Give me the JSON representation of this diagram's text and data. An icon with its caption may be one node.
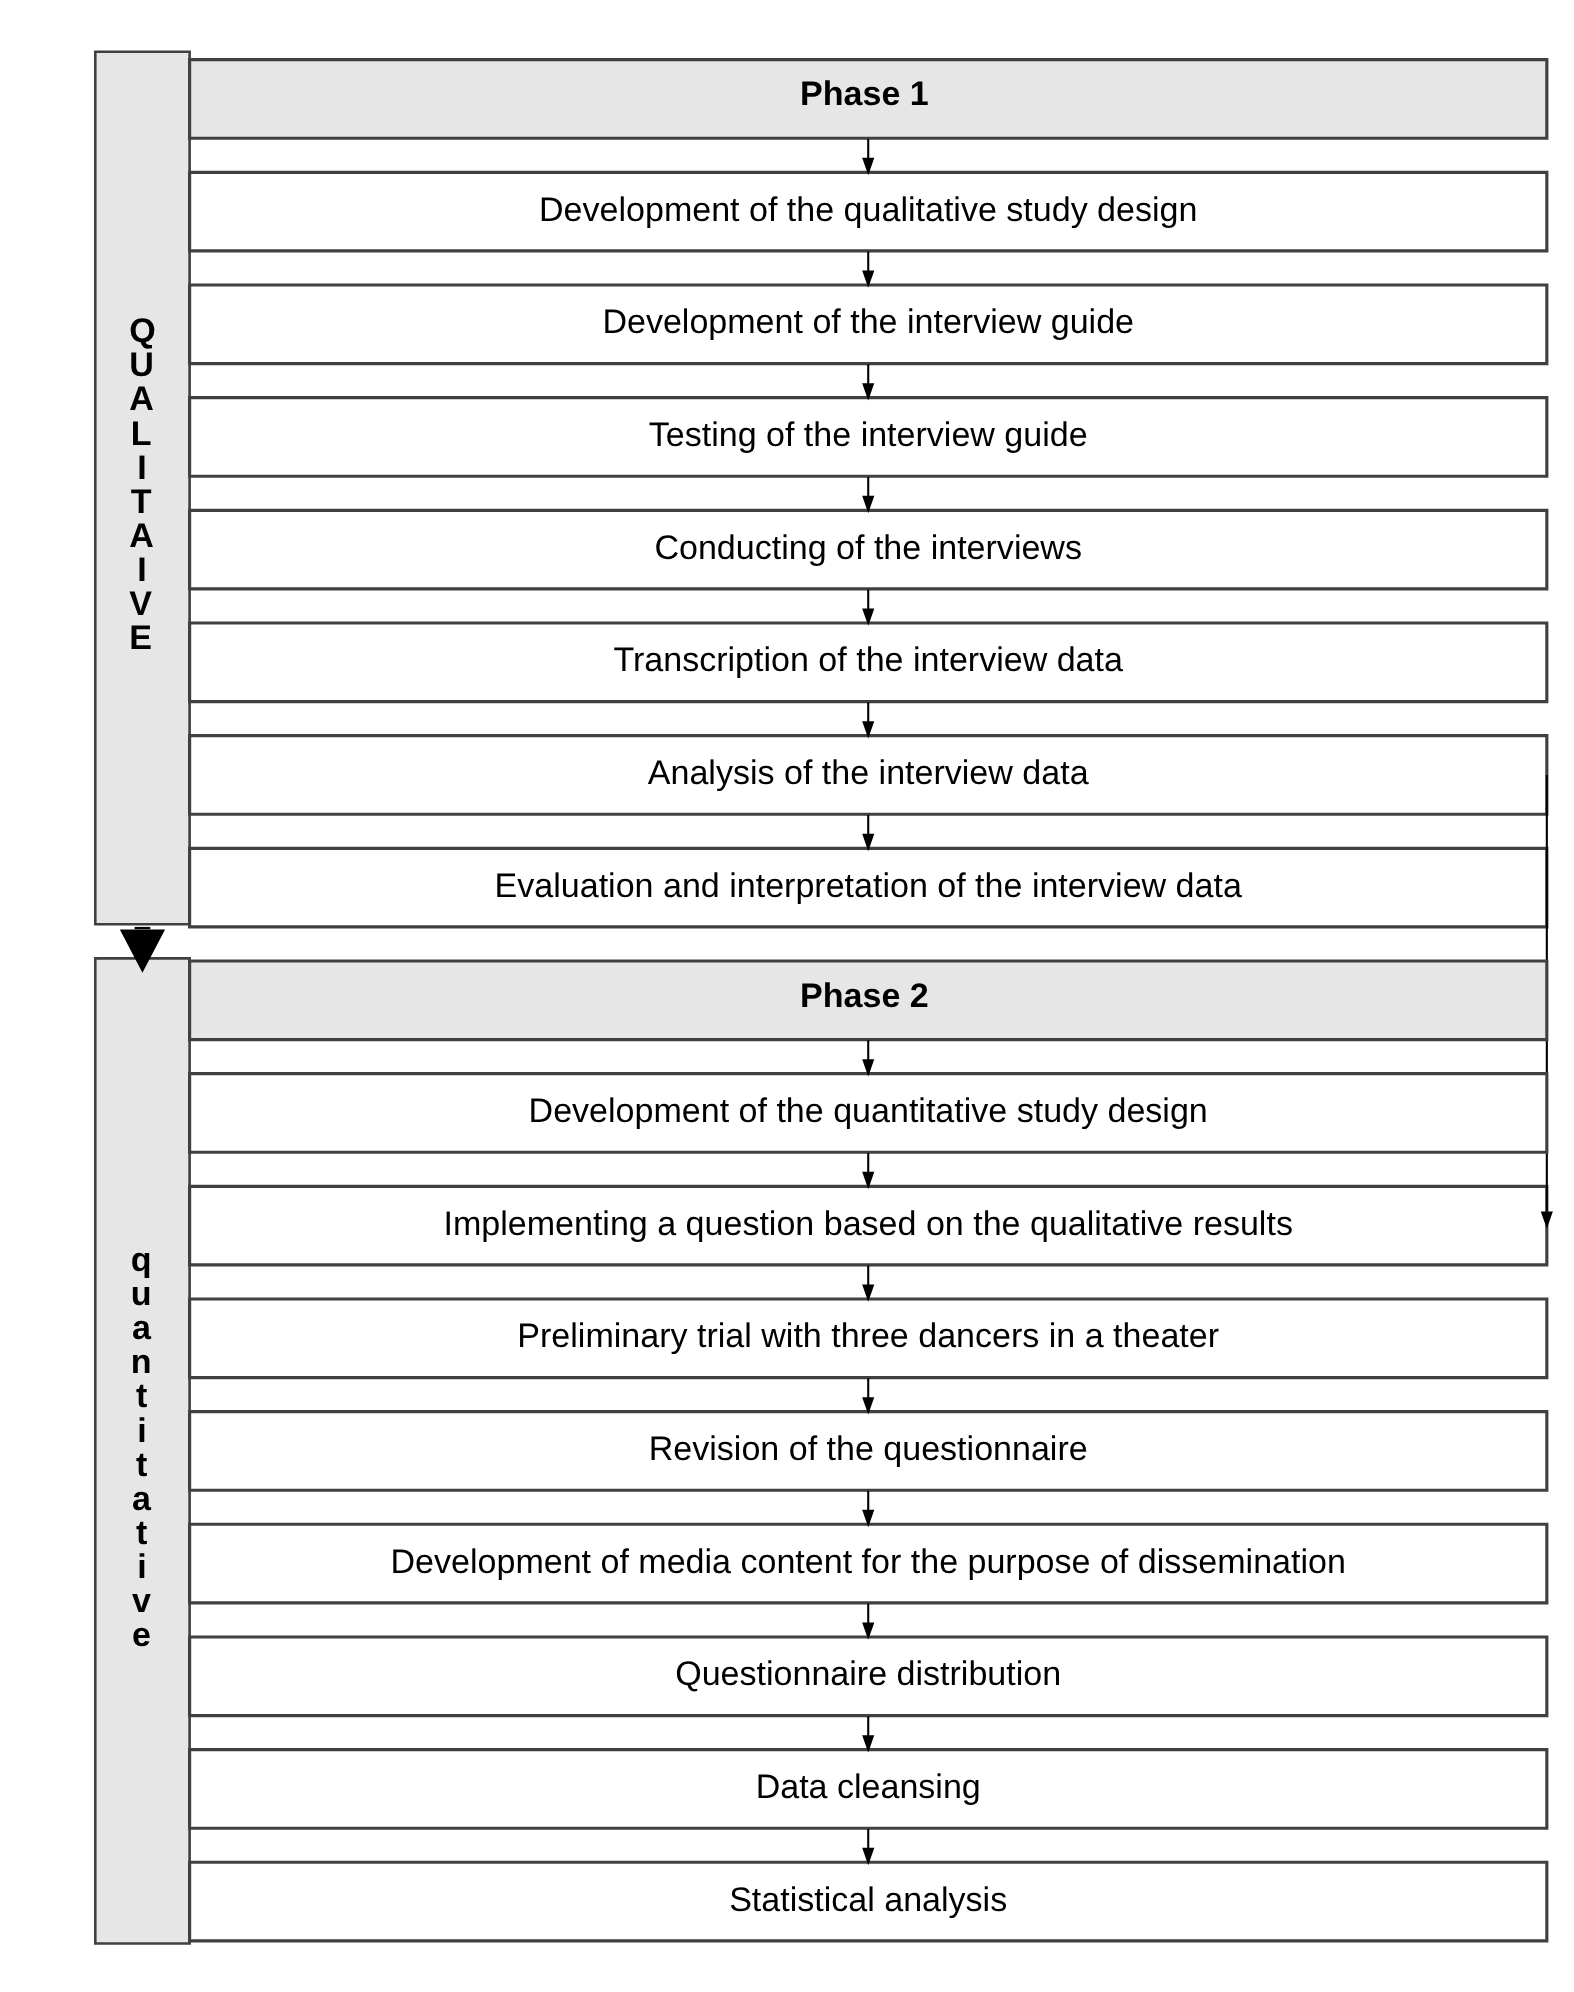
{
  "diagram": {
    "nodes": [
      {
        "text": [
          "Q U A L I T A I V E"
        ]
      },
      {
        "text": [
          "Phase 1"
        ]
      },
      {
        "text": [
          "Development of the qualitative study design"
        ]
      },
      {
        "text": [
          "Development of the interview guide"
        ]
      },
      {
        "text": [
          "Testing of the interview guide"
        ]
      },
      {
        "text": [
          "Conducting of the interviews"
        ]
      },
      {
        "text": [
          "Transcription of the interview data"
        ]
      },
      {
        "text": [
          "Analysis of the interview data"
        ]
      },
      {
        "text": [
          "Evaluation and interpretation of the interview data"
        ]
      },
      {
        "text": [
          "q u a n t i t a t i v e"
        ]
      },
      {
        "text": [
          "Phase 2"
        ]
      },
      {
        "text": [
          "Development of the quantitative study design"
        ]
      },
      {
        "text": [
          "Implementing a question based on the qualitative results"
        ]
      },
      {
        "text": [
          "Preliminary trial with three dancers in a theater"
        ]
      },
      {
        "text": [
          "Revision of the questionnaire"
        ]
      },
      {
        "text": [
          "Development of media content for the purpose of dissemination"
        ]
      },
      {
        "text": [
          "Questionnaire distribution"
        ]
      },
      {
        "text": [
          "Data cleansing"
        ]
      },
      {
        "text": [
          "Statistical analysis"
        ]
      }
    ],
    "edges": [
      {
        "from": 1,
        "to": 2,
        "arrow": "to"
      },
      {
        "from": 2,
        "to": 3,
        "arrow": "to"
      },
      {
        "from": 3,
        "to": 4,
        "arrow": "to"
      },
      {
        "from": 4,
        "to": 5,
        "arrow": "to"
      },
      {
        "from": 5,
        "to": 6,
        "arrow": "to"
      },
      {
        "from": 6,
        "to": 7,
        "arrow": "to"
      },
      {
        "from": 7,
        "to": 8,
        "arrow": "to"
      },
      {
        "from": 0,
        "to": 9,
        "arrow": "to",
        "style": "thick"
      },
      {
        "from": 7,
        "to": 12,
        "arrow": "to"
      },
      {
        "from": 10,
        "to": 11,
        "arrow": "to"
      },
      {
        "from": 11,
        "to": 12,
        "arrow": "to"
      },
      {
        "from": 12,
        "to": 13,
        "arrow": "to"
      },
      {
        "from": 13,
        "to": 14,
        "arrow": "to"
      },
      {
        "from": 14,
        "to": 15,
        "arrow": "to"
      },
      {
        "from": 15,
        "to": 16,
        "arrow": "to"
      },
      {
        "from": 16,
        "to": 17,
        "arrow": "to"
      },
      {
        "from": 17,
        "to": 18,
        "arrow": "to"
      }
    ]
  }
}
